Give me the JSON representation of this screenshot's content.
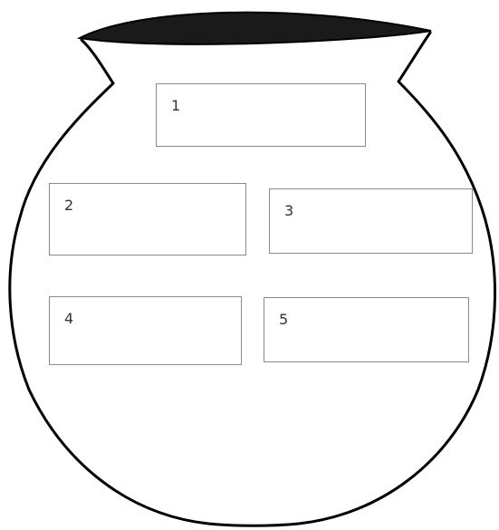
{
  "diagram": {
    "boxes": [
      {
        "id": "1",
        "label": "1"
      },
      {
        "id": "2",
        "label": "2"
      },
      {
        "id": "3",
        "label": "3"
      },
      {
        "id": "4",
        "label": "4"
      },
      {
        "id": "5",
        "label": "5"
      }
    ],
    "colors": {
      "outline": "#000000",
      "mouth_fill": "#1a1a1a",
      "box_border": "#8a8a8a",
      "label_text": "#333333"
    }
  }
}
